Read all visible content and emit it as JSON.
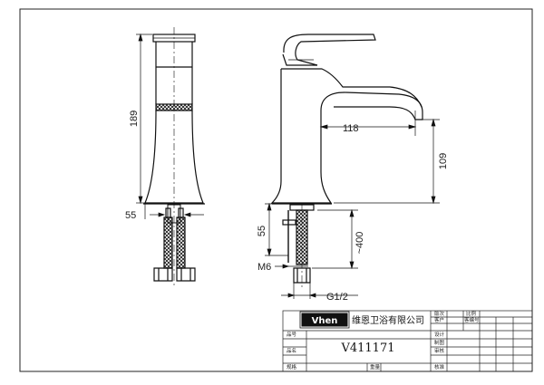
{
  "dimensions": {
    "height_total": "189",
    "spout_reach": "118",
    "spout_height": "109",
    "base_left": "55",
    "base_right": "55",
    "hose_length": "~400",
    "thread_rod": "M6",
    "thread_inlet": "G1/2"
  },
  "title_block": {
    "brand": "Vhen",
    "company": "维恩卫浴有限公司",
    "model": "V411171",
    "labels": {
      "version": "版次",
      "customer": "客户",
      "design": "设计",
      "drawn": "制图",
      "check": "审核",
      "approve": "核准",
      "number": "品号",
      "name": "品名",
      "spec": "规格",
      "weight": "重量",
      "ratio": "比例",
      "customer_no": "客编号"
    }
  },
  "colors": {
    "line": "#111111",
    "frame": "#222222"
  }
}
